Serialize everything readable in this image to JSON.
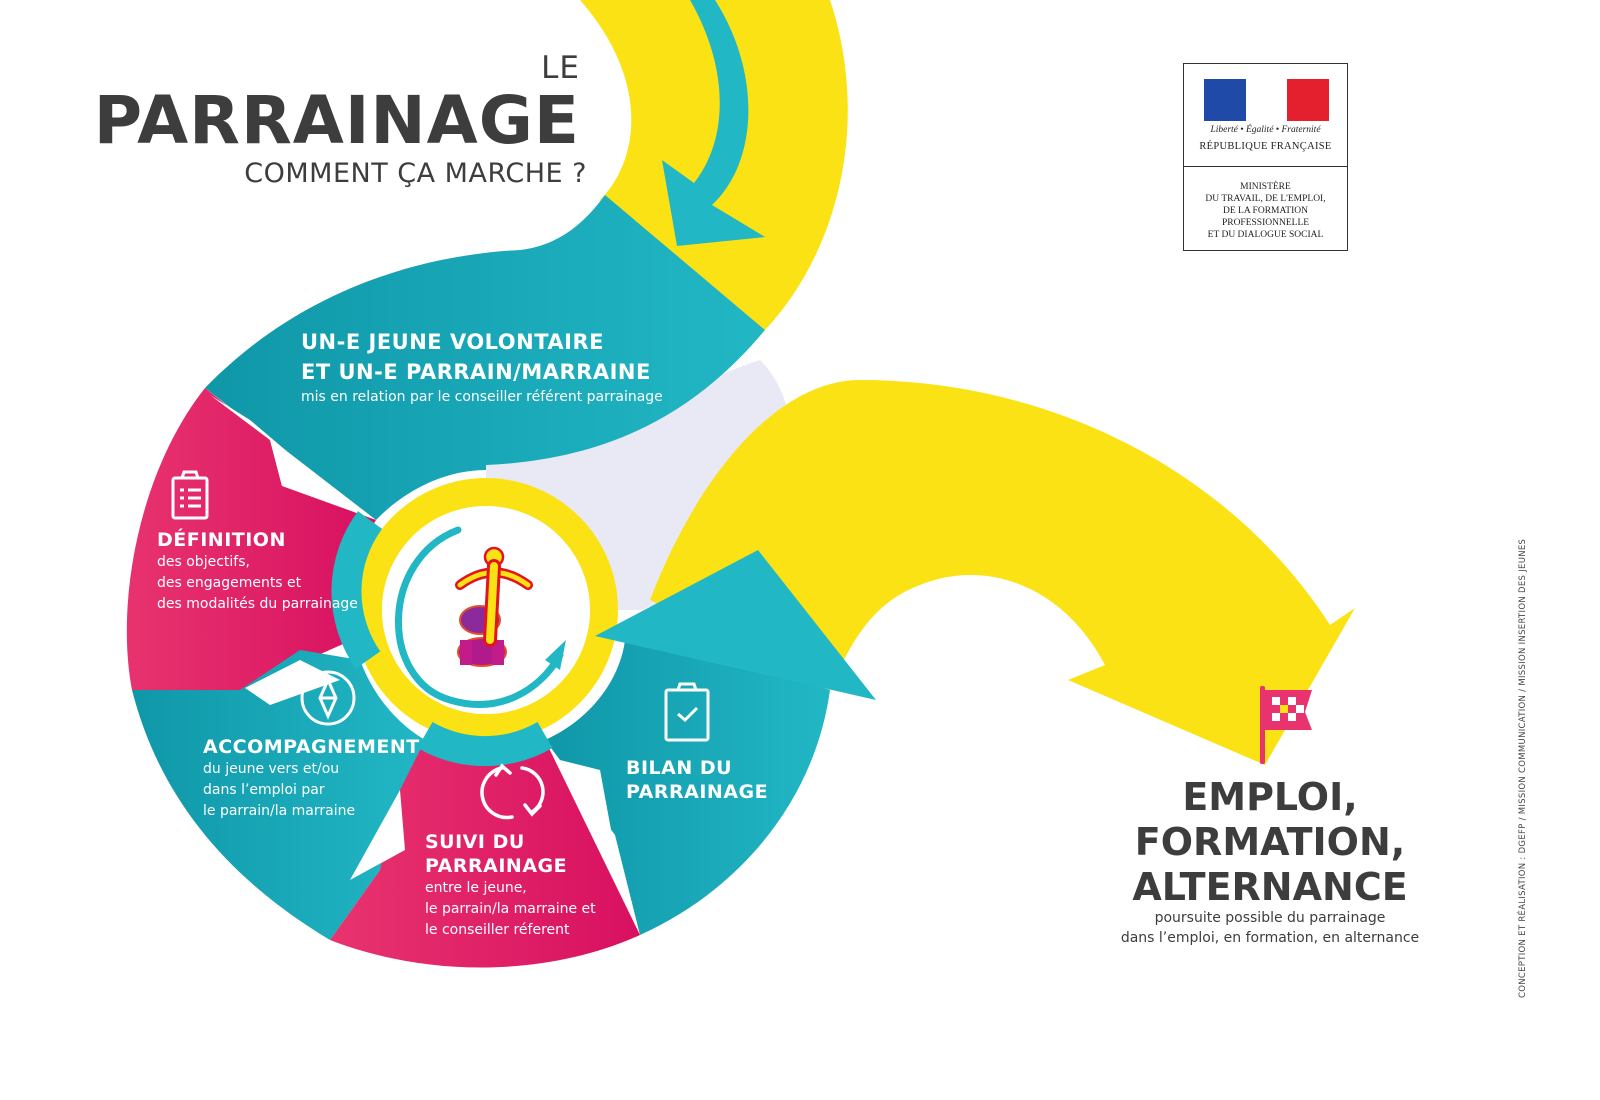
{
  "header": {
    "title_prefix": "LE",
    "title_main": "PARRAINAGE",
    "title_sub": "COMMENT ÇA MARCHE ?"
  },
  "logo": {
    "motto": "Liberté • Égalité • Fraternité",
    "republic": "RÉPUBLIQUE FRANÇAISE",
    "ministry_lines": [
      "MINISTÈRE",
      "DU TRAVAIL, DE L'EMPLOI,",
      "DE LA FORMATION",
      "PROFESSIONNELLE",
      "ET DU DIALOGUE SOCIAL"
    ],
    "flag_colors": {
      "blue": "#1f4aa8",
      "white": "#ffffff",
      "red": "#e5202e"
    }
  },
  "steps": [
    {
      "id": "mise-en-relation",
      "icon": "none",
      "title_lines": [
        "UN-E JEUNE VOLONTAIRE",
        "ET UN-E PARRAIN/MARRAINE"
      ],
      "desc_lines": [
        "mis en relation par le conseiller référent parrainage"
      ],
      "color": "#17a9b8"
    },
    {
      "id": "definition",
      "icon": "clipboard-list-icon",
      "title_lines": [
        "DÉFINITION"
      ],
      "desc_lines": [
        "des objectifs,",
        "des engagements et",
        "des modalités du parrainage"
      ],
      "color": "#e0236a"
    },
    {
      "id": "accompagnement",
      "icon": "compass-icon",
      "title_lines": [
        "ACCOMPAGNEMENT"
      ],
      "desc_lines": [
        "du jeune vers et/ou",
        "dans l’emploi par",
        "le parrain/la marraine"
      ],
      "color": "#17a9b8"
    },
    {
      "id": "suivi",
      "icon": "refresh-cycle-icon",
      "title_lines": [
        "SUIVI DU",
        "PARRAINAGE"
      ],
      "desc_lines": [
        "entre le jeune,",
        "le parrain/la marraine et",
        "le conseiller réferent"
      ],
      "color": "#e0236a"
    },
    {
      "id": "bilan",
      "icon": "clipboard-check-icon",
      "title_lines": [
        "BILAN DU",
        "PARRAINAGE"
      ],
      "desc_lines": [],
      "color": "#17a9b8"
    }
  ],
  "result": {
    "icon": "checkered-flag-icon",
    "title_lines": [
      "EMPLOI,",
      "FORMATION,",
      "ALTERNANCE"
    ],
    "desc_lines": [
      "poursuite possible du parrainage",
      "dans l’emploi, en formation, en alternance"
    ]
  },
  "credit": "CONCEPTION ET RÉALISATION : DGEFP / MISSION COMMUNICATION / MISSION INSERTION DES JEUNES",
  "colors": {
    "teal": "#1aa9b8",
    "teal_dark": "#0f97a8",
    "teal_light": "#23b8c6",
    "magenta": "#e0236a",
    "magenta_light": "#e83a74",
    "yellow": "#fbe214",
    "lavender": "#e8e9f4",
    "text_dark": "#3d3d3d"
  }
}
